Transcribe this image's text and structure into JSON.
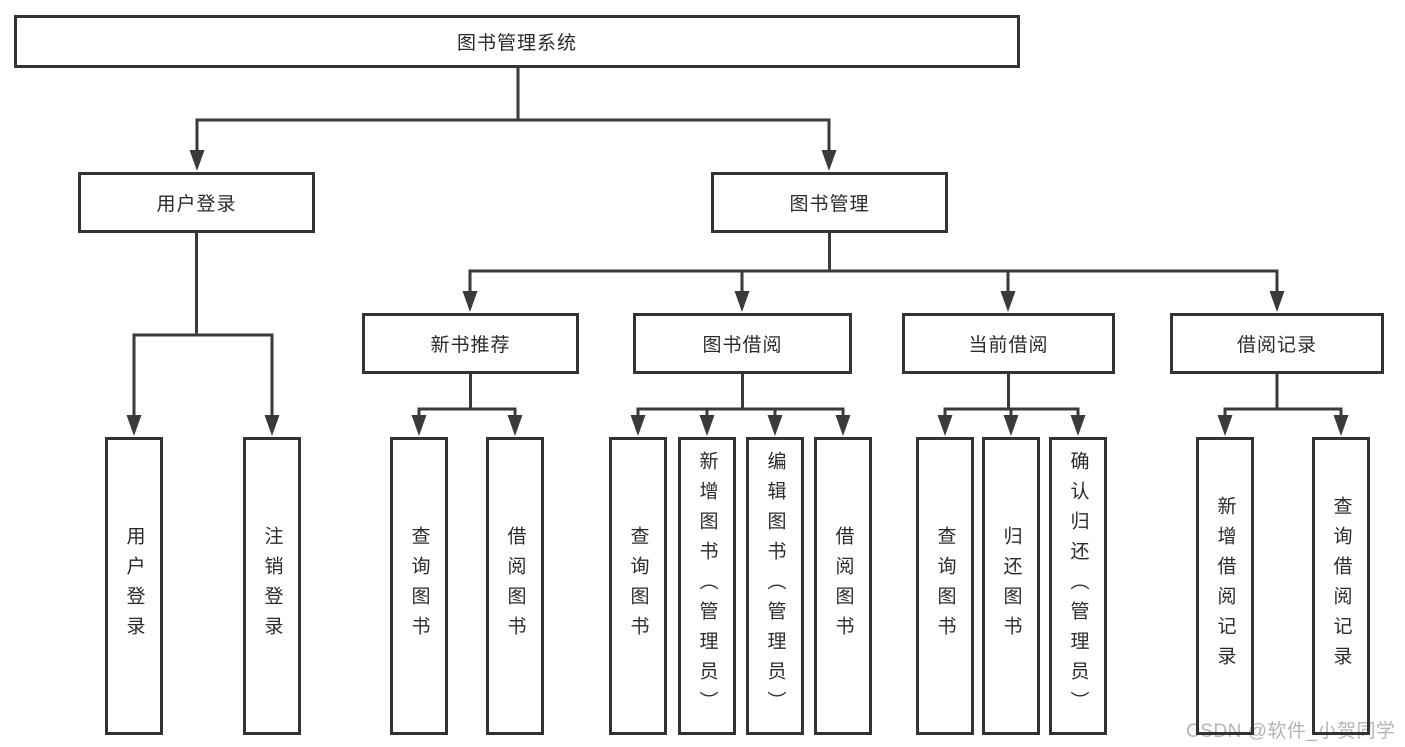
{
  "diagram": {
    "root": {
      "label": "图书管理系统"
    },
    "branches": [
      {
        "label": "用户登录",
        "children": [
          {
            "label": "用户登录"
          },
          {
            "label": "注销登录"
          }
        ]
      },
      {
        "label": "图书管理",
        "children": [
          {
            "label": "新书推荐",
            "children": [
              {
                "label": "查询图书"
              },
              {
                "label": "借阅图书"
              }
            ]
          },
          {
            "label": "图书借阅",
            "children": [
              {
                "label": "查询图书"
              },
              {
                "label": "新增图书（管理员）"
              },
              {
                "label": "编辑图书（管理员）"
              },
              {
                "label": "借阅图书"
              }
            ]
          },
          {
            "label": "当前借阅",
            "children": [
              {
                "label": "查询图书"
              },
              {
                "label": "归还图书"
              },
              {
                "label": "确认归还（管理员）"
              }
            ]
          },
          {
            "label": "借阅记录",
            "children": [
              {
                "label": "新增借阅记录"
              },
              {
                "label": "查询借阅记录"
              }
            ]
          }
        ]
      }
    ]
  },
  "watermark": {
    "text": "CSDN @软件_小贺同学"
  },
  "colors": {
    "line": "#3a3a3a",
    "box_border": "#333333",
    "box_fill": "#ffffff",
    "text": "#2b2b2b",
    "watermark": "#b5b5b5",
    "background": "#ffffff"
  }
}
